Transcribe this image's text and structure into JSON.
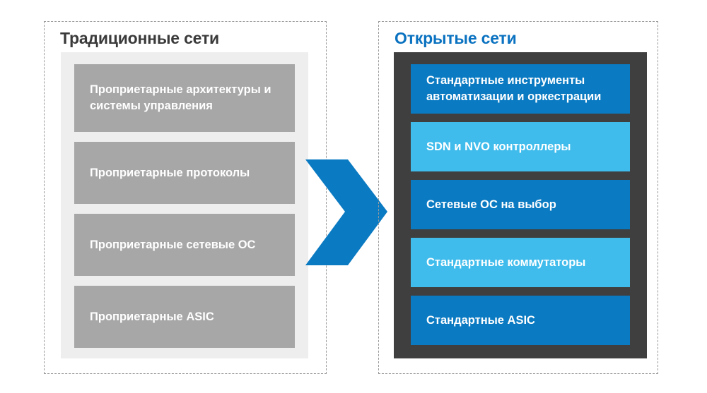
{
  "diagram": {
    "title_left": "Традиционные сети",
    "title_right": "Открытые сети",
    "arrow": {
      "icon": "chevron-right-arrow",
      "color": "#0a7ac2"
    },
    "colors": {
      "traditional_box": "#a7a7a7",
      "traditional_panel": "#eeeeee",
      "open_panel": "#3f3f3f",
      "blue_dark": "#0a7ac2",
      "blue_light": "#3fbcec",
      "title_dark": "#3a3a3a",
      "title_blue": "#0a72c0",
      "dashed_border": "#9a9a9a"
    },
    "traditional": {
      "items": [
        {
          "label": "Проприетарные архитектуры и системы управления"
        },
        {
          "label": "Проприетарные протоколы"
        },
        {
          "label": "Проприетарные сетевые ОС"
        },
        {
          "label": "Проприетарные ASIC"
        }
      ]
    },
    "open": {
      "items": [
        {
          "label": "Стандартные инструменты автоматизации и оркестрации"
        },
        {
          "label": "SDN и NVO контроллеры"
        },
        {
          "label": "Сетевые ОС на выбор"
        },
        {
          "label": "Стандартные коммутаторы"
        },
        {
          "label": "Стандартные ASIC"
        }
      ]
    }
  }
}
